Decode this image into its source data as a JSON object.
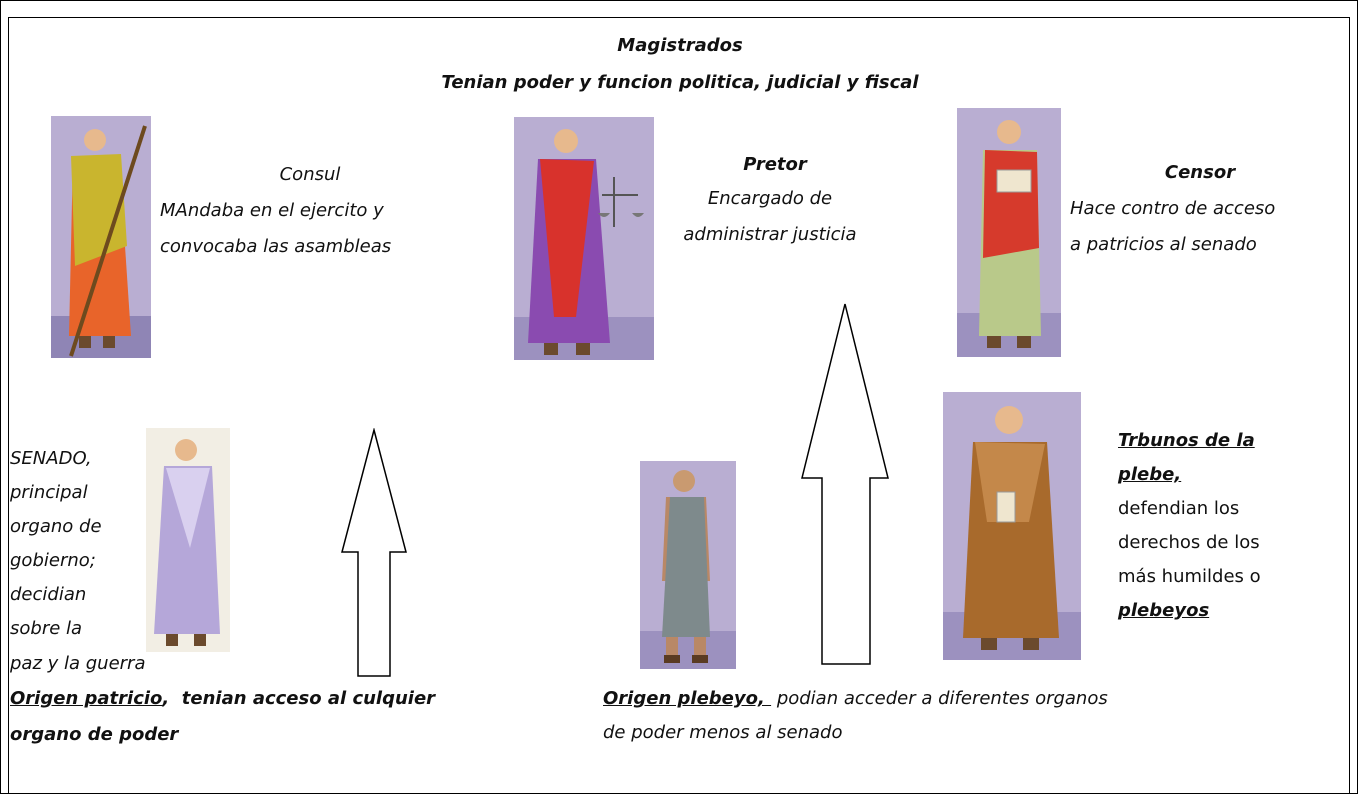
{
  "header": {
    "title": "Magistrados",
    "subtitle": "Tenian poder y funcion politica, judicial y fiscal"
  },
  "consul": {
    "name": "Consul",
    "lines": [
      "MAndaba en el ejercito y",
      "convocaba las asambleas"
    ]
  },
  "pretor": {
    "name": "Pretor",
    "lines": [
      "Encargado de",
      "administrar justicia"
    ]
  },
  "censor": {
    "name": "Censor",
    "lines": [
      "Hace contro de acceso",
      "a patricios al senado"
    ]
  },
  "senado": {
    "lines": [
      "SENADO,",
      "principal",
      "organo de",
      "gobierno;",
      "decidian",
      "sobre la",
      "paz y la guerra"
    ]
  },
  "tribunos": {
    "title_lines": [
      "Trbunos de la",
      "plebe,"
    ],
    "lines": [
      "defendian los",
      "derechos de los",
      "más humildes o"
    ],
    "last": "plebeyos"
  },
  "patricio": {
    "label": "Origen patricio",
    "rest1": ",  tenian acceso al culquier",
    "line2": "organo de poder"
  },
  "plebeyo": {
    "label": "Origen plebeyo, ",
    "rest1": " podian acceder a diferentes organos",
    "line2": "de poder menos al senado"
  },
  "colors": {
    "consul_tunic": "#e8642a",
    "consul_toga": "#c9b52e",
    "pretor_robe": "#8a4bb0",
    "pretor_sash": "#d8322c",
    "censor_robe": "#b9c98a",
    "censor_sash": "#d63a2c",
    "senator_toga": "#b5a7d9",
    "plebeian_cloth": "#7e8a8c",
    "tribune_robe": "#a86a2c",
    "figure_bg": "#b9aed2"
  }
}
